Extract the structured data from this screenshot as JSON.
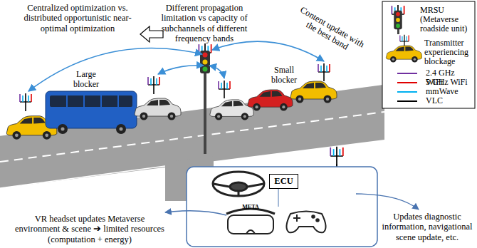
{
  "diagram": {
    "nodes": [
      {
        "text": [
          "ECU"
        ]
      }
    ],
    "labels": [
      "Centralized optimization vs. distributed opportunistic near-optimal optimization",
      "Different propagation limitation vs capacity of subchannels of different frequency bands",
      "Content update with the best band",
      "Large blocker",
      "Small blocker",
      "META",
      "VR headset updates Metaverse environment & scene ➔ limited resources (computation + energy)",
      "Updates diagnostic information, navigational scene update, etc."
    ],
    "legend": [
      {
        "text": "MRSU (Metaverse roadside unit)"
      },
      {
        "text": "Transmitter experiencing blockage"
      },
      {
        "text": "2.4 GHz WiFi",
        "color": "#7030a0"
      },
      {
        "text": "5 GHz WiFi",
        "color": "#e00000"
      },
      {
        "text": "mmWave",
        "color": "#00b0f0"
      },
      {
        "text": "VLC",
        "color": "#000000"
      }
    ]
  }
}
